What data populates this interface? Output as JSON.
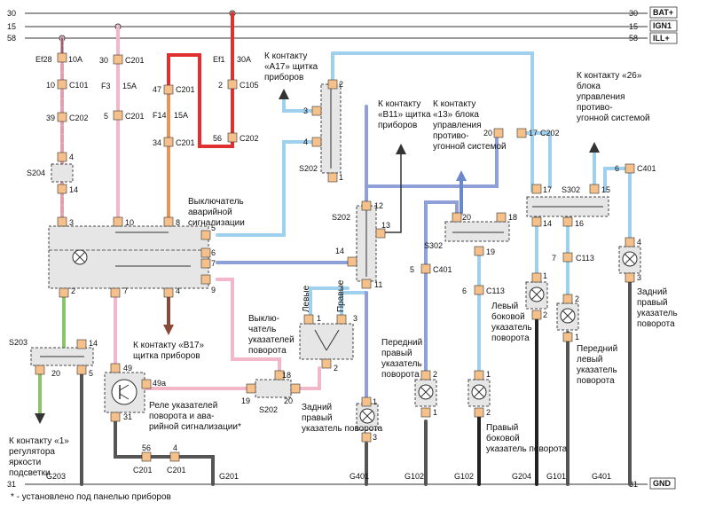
{
  "rails": {
    "r30": "30",
    "r15": "15",
    "r58": "58",
    "r31": "31",
    "bat": "BAT+",
    "ign1": "IGN1",
    "ill": "ILL+",
    "gnd": "GND"
  },
  "labels": {
    "ef28": "Ef28",
    "ef1": "Ef1",
    "f3": "F3",
    "f14": "F14",
    "a10": "10A",
    "a15": "15A",
    "a30": "30A",
    "c101": "C101",
    "c105": "C105",
    "c113": "C113",
    "c201": "C201",
    "c202": "C202",
    "c401": "C401",
    "s202": "S202",
    "s203": "S203",
    "s204": "S204",
    "s302": "S302",
    "g101": "G101",
    "g102": "G102",
    "g201": "G201",
    "g203": "G203",
    "g204": "G204",
    "g401": "G401",
    "p1": "1",
    "p2": "2",
    "p3": "3",
    "p4": "4",
    "p5": "5",
    "p6": "6",
    "p7": "7",
    "p8": "8",
    "p9": "9",
    "p10": "10",
    "p11": "11",
    "p12": "12",
    "p13": "13",
    "p14": "14",
    "p15": "15",
    "p16": "16",
    "p17": "17",
    "p18": "18",
    "p19": "19",
    "p20": "20",
    "p30": "30",
    "p31": "31",
    "p34": "34",
    "p39": "39",
    "p47": "47",
    "p49": "49",
    "p49a": "49a",
    "p56": "56"
  },
  "captions": {
    "hazard_switch": [
      "Выключатель",
      "аварийной",
      "сигнализации"
    ],
    "a17": [
      "К контакту",
      "«A17» щитка",
      "приборов"
    ],
    "b11": [
      "К контакту",
      "«B11» щитка",
      "приборов"
    ],
    "immo13": [
      "К контакту",
      "«13» блока",
      "управления",
      "противо-",
      "угонной системой"
    ],
    "immo26": [
      "К контакту «26»",
      "блока",
      "управления",
      "противо-",
      "угонной системой"
    ],
    "b17": [
      "К контакту «B17»",
      "щитка приборов"
    ],
    "relay": [
      "Реле указателей",
      "поворота и ава-",
      "рийной сигнализации*"
    ],
    "turn_switch": [
      "Выклю-",
      "чатель",
      "указателей",
      "поворота"
    ],
    "left": "Левые",
    "right": "Правые",
    "rear_right_main": [
      "Задний",
      "правый",
      "указатель поворота"
    ],
    "front_right": [
      "Передний",
      "правый",
      "указатель",
      "поворота"
    ],
    "right_side": [
      "Правый",
      "боковой",
      "указатель поворота"
    ],
    "left_side": [
      "Левый",
      "боковой",
      "указатель",
      "поворота"
    ],
    "front_left": [
      "Передний",
      "левый",
      "указатель",
      "поворота"
    ],
    "rear_right": [
      "Задний",
      "правый",
      "указатель",
      "поворота"
    ],
    "dimmer": [
      "К контакту «1»",
      "регулятора",
      "яркости",
      "подсветки"
    ],
    "footnote": "* - установлено под панелью приборов"
  },
  "colors": {
    "wire_pink": "#f2b7c9",
    "wire_red": "#e03030",
    "wire_orange": "#e8955a",
    "wire_green": "#8bc56a",
    "wire_blue": "#8fa0d8",
    "wire_light_blue": "#9fd0ee",
    "wire_brown": "#8a4a3a",
    "wire_ground": "#555555",
    "terminal": "#f5c08a"
  }
}
